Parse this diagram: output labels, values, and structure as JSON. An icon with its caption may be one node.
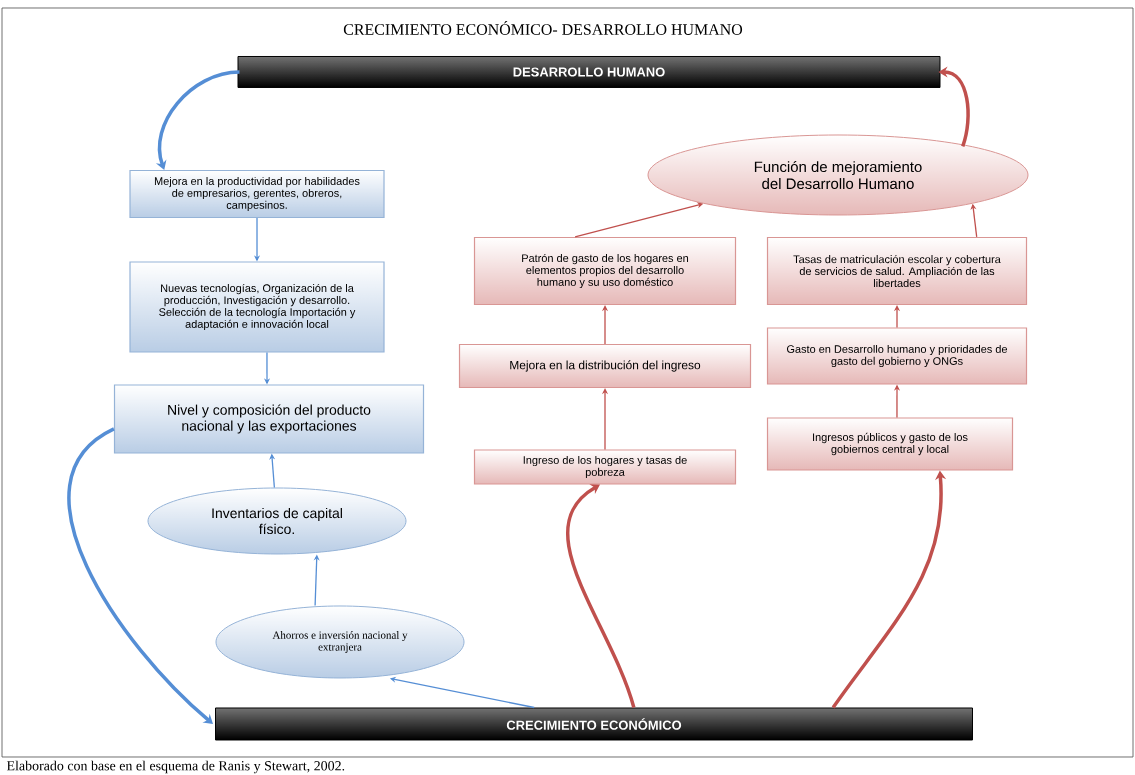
{
  "diagram": {
    "title": "CRECIMIENTO ECONÓMICO- DESARROLLO HUMANO",
    "caption": "Elaborado con base en el esquema de Ranis y Stewart, 2002.",
    "nodes": [
      {
        "text": [
          "DESARROLLO HUMANO"
        ]
      },
      {
        "text": [
          "Mejora en la productividad por habilidades de empresarios, gerentes, obreros, campesinos."
        ]
      },
      {
        "text": [
          "Nuevas tecnologías, Organización de la producción, Investigación y desarrollo. Selección de la tecnología Importación y adaptación e innovación local"
        ]
      },
      {
        "text": [
          "Nivel y composición del producto nacional y las exportaciones"
        ]
      },
      {
        "text": [
          "Inventarios de capital físico."
        ]
      },
      {
        "text": [
          "Ahorros e inversión nacional y extranjera"
        ]
      },
      {
        "text": [
          "CRECIMIENTO ECONÓMICO"
        ]
      },
      {
        "text": [
          "Función de mejoramiento del Desarrollo Humano"
        ]
      },
      {
        "text": [
          "Patrón de gasto de los hogares en elementos propios del desarrollo humano y su uso doméstico"
        ]
      },
      {
        "text": [
          "Tasas de matriculación escolar y cobertura de servicios de salud. Ampliación de las libertades"
        ]
      },
      {
        "text": [
          "Mejora en la distribución del ingreso"
        ]
      },
      {
        "text": [
          "Gasto en Desarrollo humano y prioridades de gasto del gobierno y ONGs"
        ]
      },
      {
        "text": [
          "Ingreso de los hogares y tasas de pobreza"
        ]
      },
      {
        "text": [
          "Ingresos públicos y gasto de los gobiernos central y local"
        ]
      }
    ],
    "edges": [
      {
        "from": 0,
        "to": 1,
        "arrow": "to",
        "style": "thick",
        "color": "#558ed5"
      },
      {
        "from": 1,
        "to": 2,
        "arrow": "to",
        "color": "#558ed5"
      },
      {
        "from": 2,
        "to": 3,
        "arrow": "to",
        "color": "#558ed5"
      },
      {
        "from": 4,
        "to": 3,
        "arrow": "to",
        "color": "#558ed5"
      },
      {
        "from": 5,
        "to": 4,
        "arrow": "to",
        "color": "#558ed5"
      },
      {
        "from": 6,
        "to": 5,
        "arrow": "to",
        "color": "#558ed5"
      },
      {
        "from": 3,
        "to": 6,
        "arrow": "to",
        "style": "thick",
        "color": "#558ed5"
      },
      {
        "from": 6,
        "to": 12,
        "arrow": "to",
        "style": "thick"
      },
      {
        "from": 6,
        "to": 13,
        "arrow": "to",
        "style": "thick"
      },
      {
        "from": 12,
        "to": 10,
        "arrow": "to"
      },
      {
        "from": 10,
        "to": 8,
        "arrow": "to"
      },
      {
        "from": 8,
        "to": 7,
        "arrow": "to"
      },
      {
        "from": 13,
        "to": 11,
        "arrow": "to"
      },
      {
        "from": 11,
        "to": 9,
        "arrow": "to"
      },
      {
        "from": 9,
        "to": 7,
        "arrow": "to"
      },
      {
        "from": 7,
        "to": 0,
        "arrow": "to",
        "style": "thick"
      }
    ]
  }
}
